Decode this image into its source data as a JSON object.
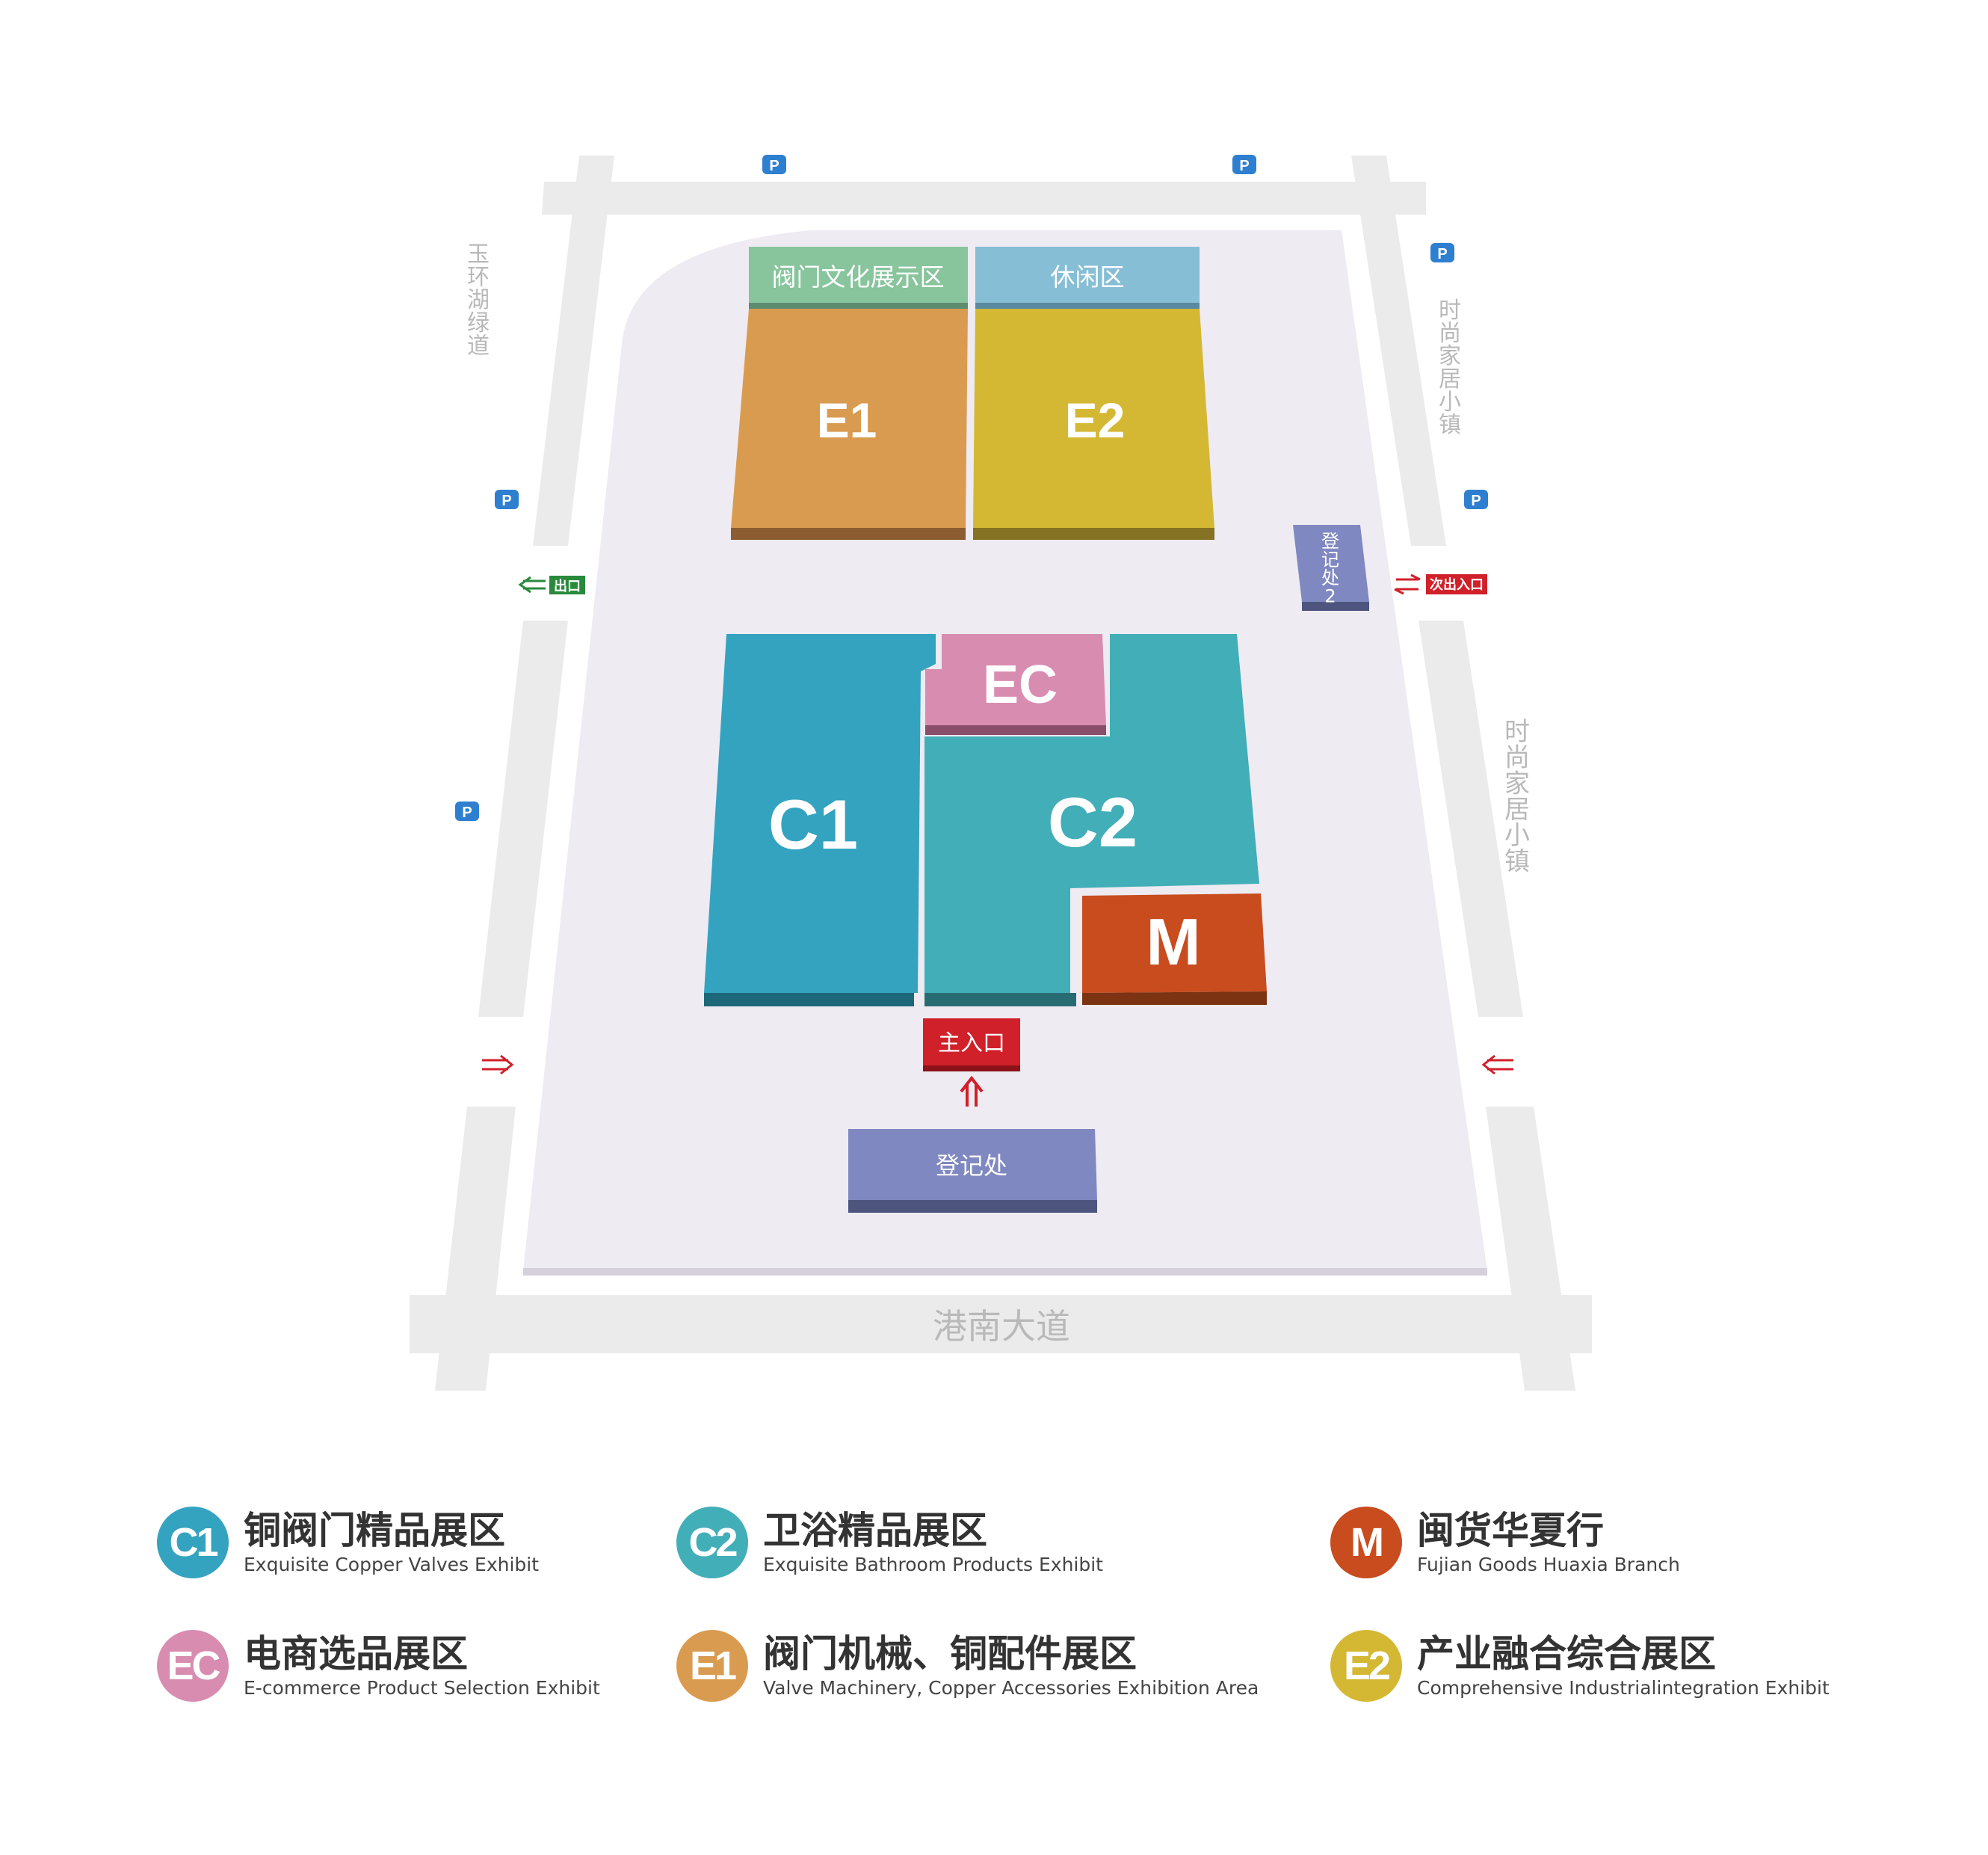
{
  "roads": {
    "bottom": "港南大道",
    "left": "玉环湖绿道",
    "right_upper": "时尚家居小镇",
    "right_lower": "时尚家居小镇"
  },
  "parking_label": "P",
  "gates": {
    "exit": "出口",
    "secondary": "次出入口",
    "main": "主入口"
  },
  "zones": {
    "valve_culture": "阀门文化展示区",
    "leisure": "休闲区",
    "e1": "E1",
    "e2": "E2",
    "c1": "C1",
    "c2": "C2",
    "ec": "EC",
    "m": "M",
    "registration": "登记处",
    "registration2": "登记处2"
  },
  "colors": {
    "ground": "#eeebf2",
    "road": "#ebebeb",
    "e1": "#d99b50",
    "e2": "#d4b833",
    "c1": "#34a3c0",
    "c2": "#42aeb8",
    "ec": "#d88cb0",
    "m": "#c84c1e",
    "valve_culture": "#88c49c",
    "leisure": "#86bed6",
    "registration": "#7f88c0",
    "red": "#d0202a",
    "green": "#2a8a3c",
    "parking": "#2e7fd0"
  },
  "legend": [
    {
      "badge": "C1",
      "zh": "铜阀门精品展区",
      "en": "Exquisite Copper Valves Exhibit",
      "color": "#34a3c0"
    },
    {
      "badge": "C2",
      "zh": "卫浴精品展区",
      "en": "Exquisite Bathroom Products Exhibit",
      "color": "#42aeb8"
    },
    {
      "badge": "M",
      "zh": "闽货华夏行",
      "en": "Fujian Goods Huaxia Branch",
      "color": "#c84c1e"
    },
    {
      "badge": "EC",
      "zh": "电商选品展区",
      "en": "E-commerce Product Selection Exhibit",
      "color": "#d88cb0"
    },
    {
      "badge": "E1",
      "zh": "阀门机械、铜配件展区",
      "en": "Valve Machinery, Copper Accessories Exhibition Area",
      "color": "#d99b50"
    },
    {
      "badge": "E2",
      "zh": "产业融合综合展区",
      "en": "Comprehensive Industrialintegration Exhibit",
      "color": "#d4b833"
    }
  ]
}
